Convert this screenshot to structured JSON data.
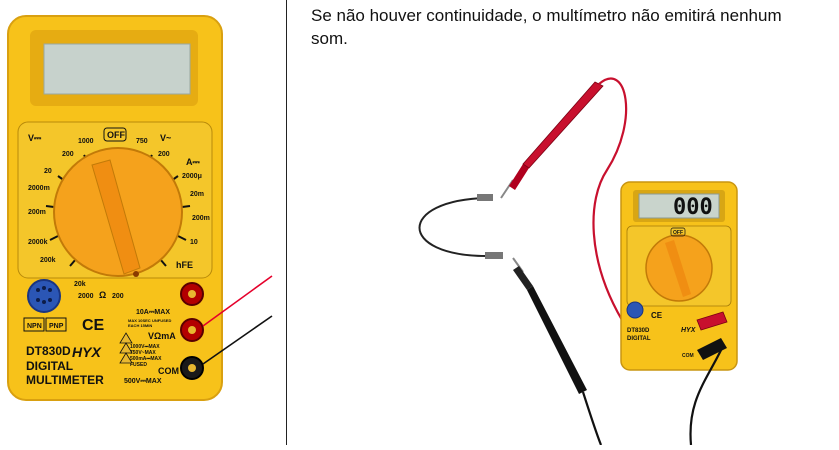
{
  "caption": {
    "line1": "Se não houver continuidade, o multímetro não emitirá nenhum",
    "line2": "som."
  },
  "meter_left": {
    "model": "DT830D",
    "brand": "HYX",
    "title_line1": "DIGITAL",
    "title_line2": "MULTIMETER",
    "ce_mark": "CE",
    "off_label": "OFF",
    "dcv_label": "V⎓",
    "acv_label": "V~",
    "dca_label": "A⎓",
    "ranges_left": [
      "1000",
      "200",
      "20",
      "2000m",
      "200m",
      "2000k",
      "200k",
      "20k",
      "2000",
      "Ω",
      "200"
    ],
    "ranges_right": [
      "750",
      "200",
      "2000μ",
      "20m",
      "200m",
      "10",
      "hFE"
    ],
    "socket_labels": [
      "NPN",
      "PNP"
    ],
    "jack_labels": {
      "a10": "10A⎓MAX",
      "a10_note1": "MAX 10SEC",
      "a10_note2": "UNFUSED",
      "a10_note3": "EACH 15MIN",
      "vohm": "VΩmA",
      "vohm_note1": "1000V⎓MAX",
      "vohm_note2": "750V~MAX",
      "vohm_note3": "500mA⎓MAX",
      "vohm_note4": "FUSED",
      "com": "COM",
      "com_note": "500V⎓MAX"
    }
  },
  "meter_right": {
    "display": "000",
    "brand": "HYX",
    "model": "DT830D",
    "title_line1": "DIGITAL",
    "ce_mark": "CE",
    "off_label": "OFF",
    "com_label": "COM"
  },
  "colors": {
    "meter_body": "#f7c21a",
    "knob": "#f5a21c",
    "probe_red": "#c8102e",
    "probe_black": "#111111"
  }
}
